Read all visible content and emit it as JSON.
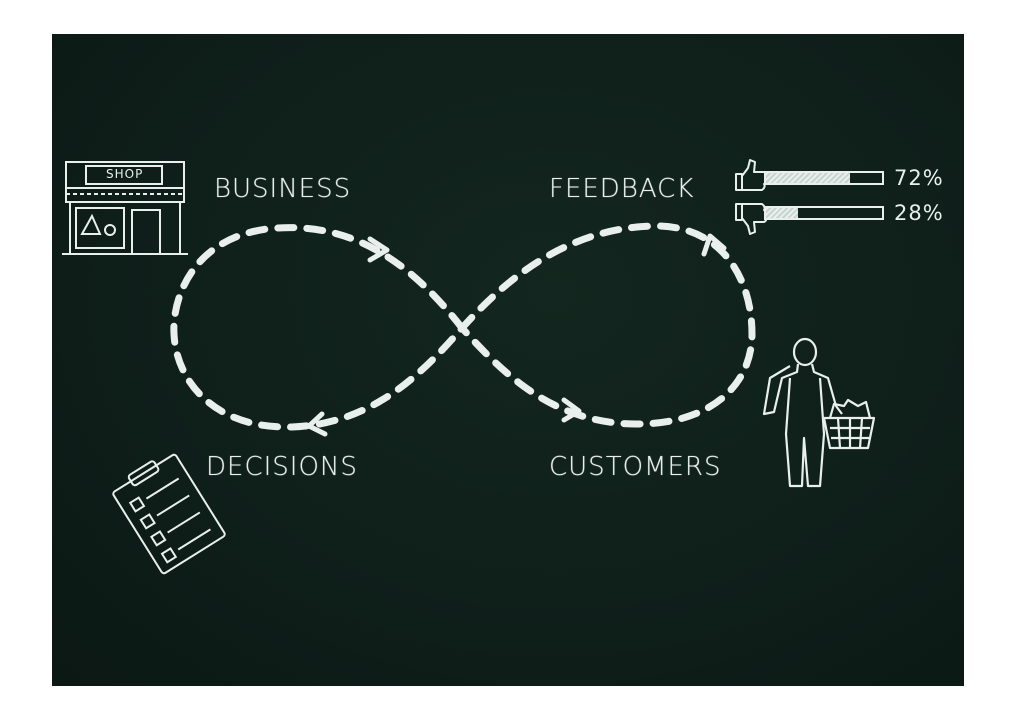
{
  "labels": {
    "business": "BUSINESS",
    "feedback": "FEEDBACK",
    "decisions": "DECISIONS",
    "customers": "CUSTOMERS"
  },
  "shop_sign": "SHOP",
  "ratings": {
    "positive": {
      "value": 0.72,
      "label": "72%"
    },
    "negative": {
      "value": 0.28,
      "label": "28%"
    }
  },
  "colors": {
    "chalk": "#e9efec",
    "board": "#0f1f1a",
    "page": "#ffffff"
  },
  "icons": [
    "shop-icon",
    "thumbs-up-icon",
    "thumbs-down-icon",
    "clipboard-icon",
    "person-with-basket-icon",
    "infinity-loop-icon",
    "arrow-icon"
  ]
}
